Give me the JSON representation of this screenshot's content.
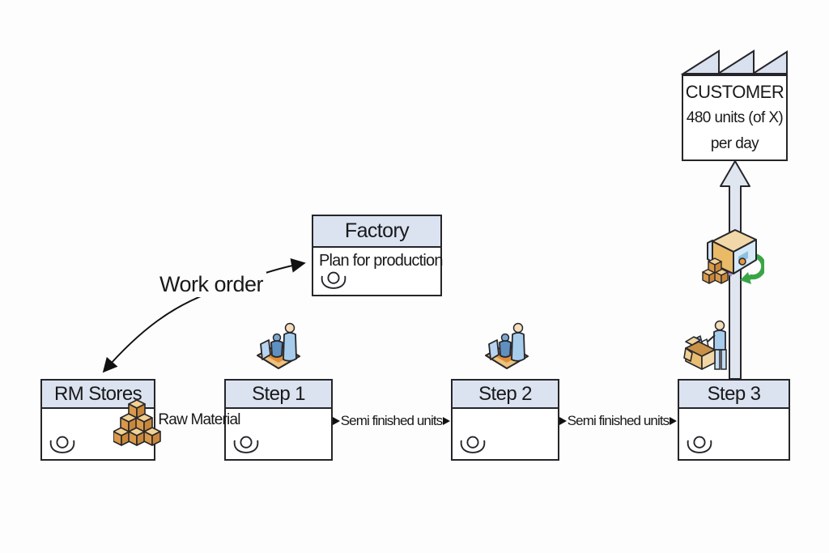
{
  "diagram_type": "production-flow-vsm",
  "colors": {
    "background": "#fdfdfd",
    "box_fill": "#ffffff",
    "header_fill": "#dbe2f0",
    "border": "#26262a",
    "big_arrow_fill": "#e0e6f0",
    "text": "#191919",
    "green_arrow": "#3aa546",
    "cube_tan": "#e0a958",
    "figure_blue": "#a8cdec"
  },
  "customer": {
    "line1": "CUSTOMER",
    "line2": "480 units (of X)",
    "line3": "per day"
  },
  "factory": {
    "header": "Factory",
    "body": "Plan for production"
  },
  "work_order": {
    "label": "Work order"
  },
  "processes": [
    {
      "label": "RM Stores"
    },
    {
      "label": "Step 1"
    },
    {
      "label": "Step 2"
    },
    {
      "label": "Step 3"
    }
  ],
  "flows": [
    {
      "label": "Raw Material"
    },
    {
      "label": "Semi finished units"
    },
    {
      "label": "Semi finished units"
    }
  ],
  "icons": {
    "operator": "operator-icon",
    "workers_group": "workers-group-icon",
    "raw_material_cubes": "raw-material-cubes-icon",
    "delivery_truck": "delivery-truck-icon",
    "shipment_cubes": "shipment-cubes-icon",
    "packing_person": "packing-person-icon",
    "factory_roof": "factory-roof-icon",
    "delivery_up_arrow": "delivery-up-arrow",
    "work_order_arrow": "work-order-arrow"
  }
}
